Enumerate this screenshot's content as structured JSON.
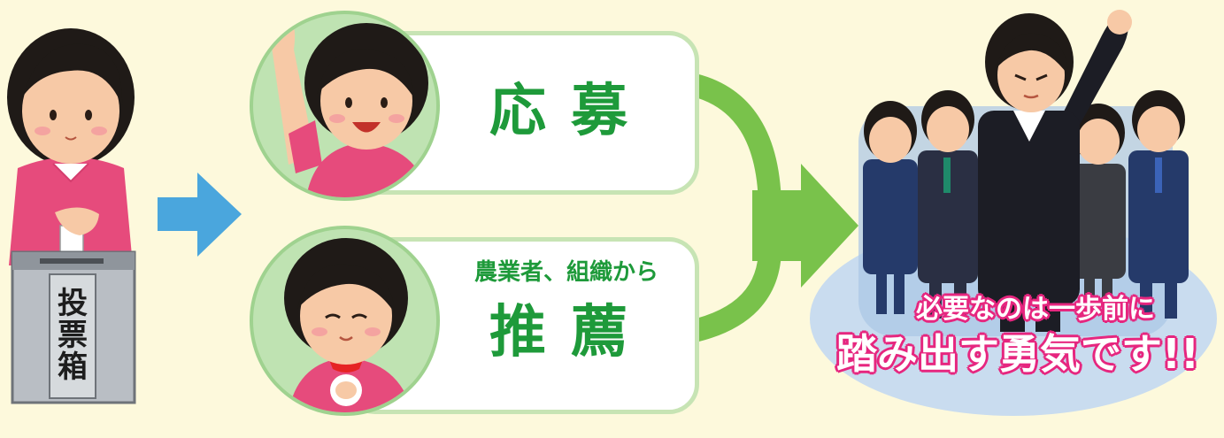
{
  "ballot_box": {
    "label": "投票箱"
  },
  "options": [
    {
      "subtitle": "",
      "title": "応募"
    },
    {
      "subtitle": "農業者、組織から",
      "title": "推薦"
    }
  ],
  "slogan": {
    "line1": "必要なのは一歩前に",
    "line2": "踏み出す勇気です!!"
  },
  "colors": {
    "background": "#fdf9dc",
    "card_text": "#1e9a3a",
    "arrow_blue": "#4aa6dd",
    "arrow_green": "#79c24b",
    "slogan_outline": "#e6267f"
  },
  "icons": [
    "voter-illustration",
    "ballot-box-icon",
    "arrow-right-icon",
    "raised-hand-woman-illustration",
    "proud-woman-illustration",
    "merge-arrow-icon",
    "leader-group-illustration"
  ]
}
